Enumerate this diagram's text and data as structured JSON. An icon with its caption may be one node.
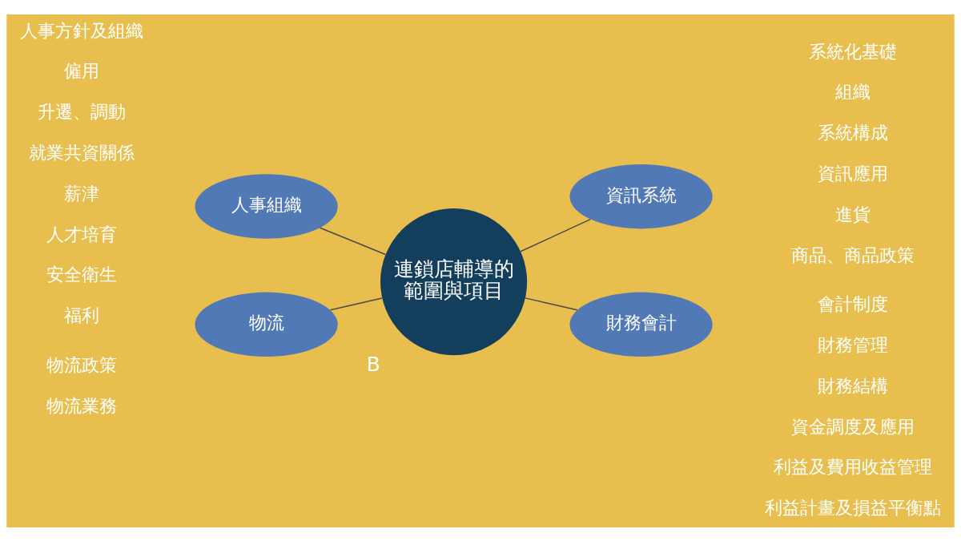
{
  "diagram": {
    "nodes": [
      {
        "text": [
          "連鎖店輔導的範圍與項目"
        ],
        "beside": [
          "B"
        ]
      },
      {
        "text": [
          "人事組織"
        ],
        "beside": [
          "人事方針及組織",
          "僱用",
          "升遷、調動",
          "就業共資關係",
          "薪津",
          "人才培育",
          "安全衛生",
          "福利"
        ]
      },
      {
        "text": [
          "資訊系統"
        ],
        "beside": [
          "系統化基礎",
          "組織",
          "系統構成",
          "資訊應用",
          "進貨",
          "商品、商品政策"
        ]
      },
      {
        "text": [
          "財務會計"
        ],
        "beside": [
          "會計制度",
          "財務管理",
          "財務結構",
          "資金調度及應用",
          "利益及費用收益管理",
          "利益計畫及損益平衡點"
        ]
      },
      {
        "text": [
          "物流"
        ],
        "beside": [
          "物流政策",
          "物流業務"
        ]
      }
    ],
    "edges": [
      {
        "from": 0,
        "to": 1,
        "arrow": "none"
      },
      {
        "from": 0,
        "to": 2,
        "arrow": "none"
      },
      {
        "from": 0,
        "to": 3,
        "arrow": "none"
      },
      {
        "from": 0,
        "to": 4,
        "arrow": "none"
      }
    ]
  }
}
